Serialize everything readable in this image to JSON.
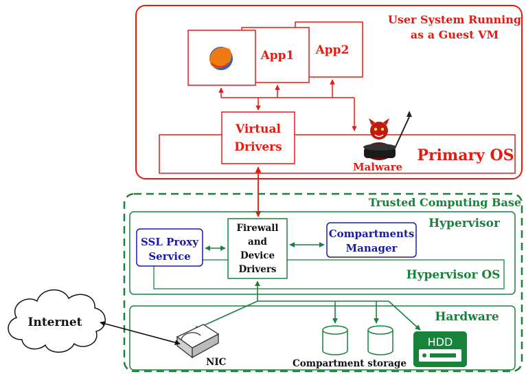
{
  "guest_vm": {
    "title_line1": "User System Running",
    "title_line2": "as a Guest VM",
    "app1": "App1",
    "app2": "App2",
    "browser_icon": "firefox-icon",
    "virtual_drivers_line1": "Virtual",
    "virtual_drivers_line2": "Drivers",
    "primary_os": "Primary OS",
    "malware": "Malware",
    "malware_icon": "devil-malware-icon"
  },
  "tcb": {
    "title": "Trusted Computing Base",
    "hypervisor": "Hypervisor",
    "hypervisor_os": "Hypervisor OS",
    "ssl_line1": "SSL Proxy",
    "ssl_line2": "Service",
    "firewall_line1": "Firewall",
    "firewall_line2": "and",
    "firewall_line3": "Device",
    "firewall_line4": "Drivers",
    "compartments_line1": "Compartments",
    "compartments_line2": "Manager"
  },
  "hardware": {
    "title": "Hardware",
    "nic": "NIC",
    "storage": "Compartment storage",
    "hdd": "HDD",
    "nic_icon": "nic-icon",
    "disk_icon": "database-icon",
    "hdd_icon": "hdd-icon"
  },
  "internet": {
    "label": "Internet",
    "icon": "cloud-icon"
  },
  "colors": {
    "red": "#e8190e",
    "green": "#17823a",
    "blue": "#1a1aa6",
    "black": "#111111"
  }
}
